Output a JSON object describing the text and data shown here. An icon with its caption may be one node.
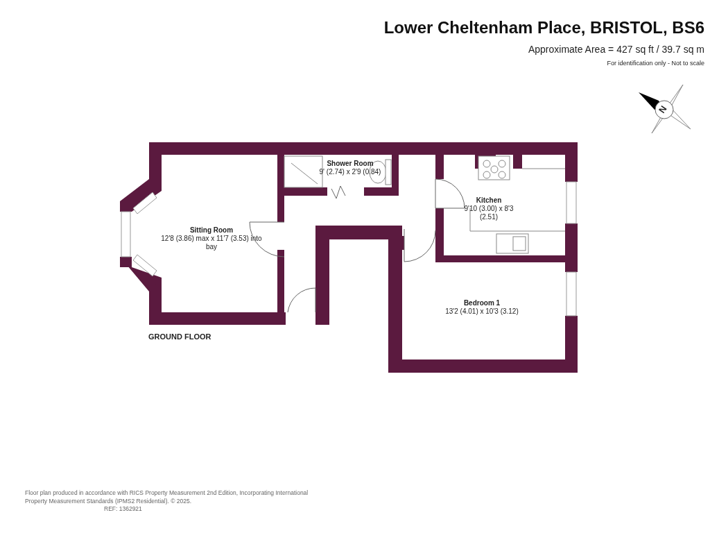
{
  "diagram": {
    "title": "Lower Cheltenham Place, BRISTOL, BS6",
    "nodes": [
      {
        "text": [
          "Shower Room",
          "9' (2.74) x 2'9 (0.84)"
        ]
      },
      {
        "text": [
          "Kitchen",
          "9'10 (3.00) x 8'3 (2.51)"
        ]
      },
      {
        "text": [
          "Sitting Room",
          "12'8 (3.86) max x 11'7 (3.53) into bay"
        ]
      },
      {
        "text": [
          "Bedroom 1",
          "13'2 (4.01) x 10'3 (3.12)"
        ]
      }
    ],
    "labels": [
      "Approximate Area = 427 sq ft / 39.7 sq m",
      "For identification only - Not to scale",
      "N",
      "GROUND FLOOR",
      "Floor plan produced in accordance with RICS Property Measurement 2nd Edition, Incorporating International Property Measurement Standards (IPMS2 Residential). © 2025.",
      "REF: 1362921"
    ]
  }
}
